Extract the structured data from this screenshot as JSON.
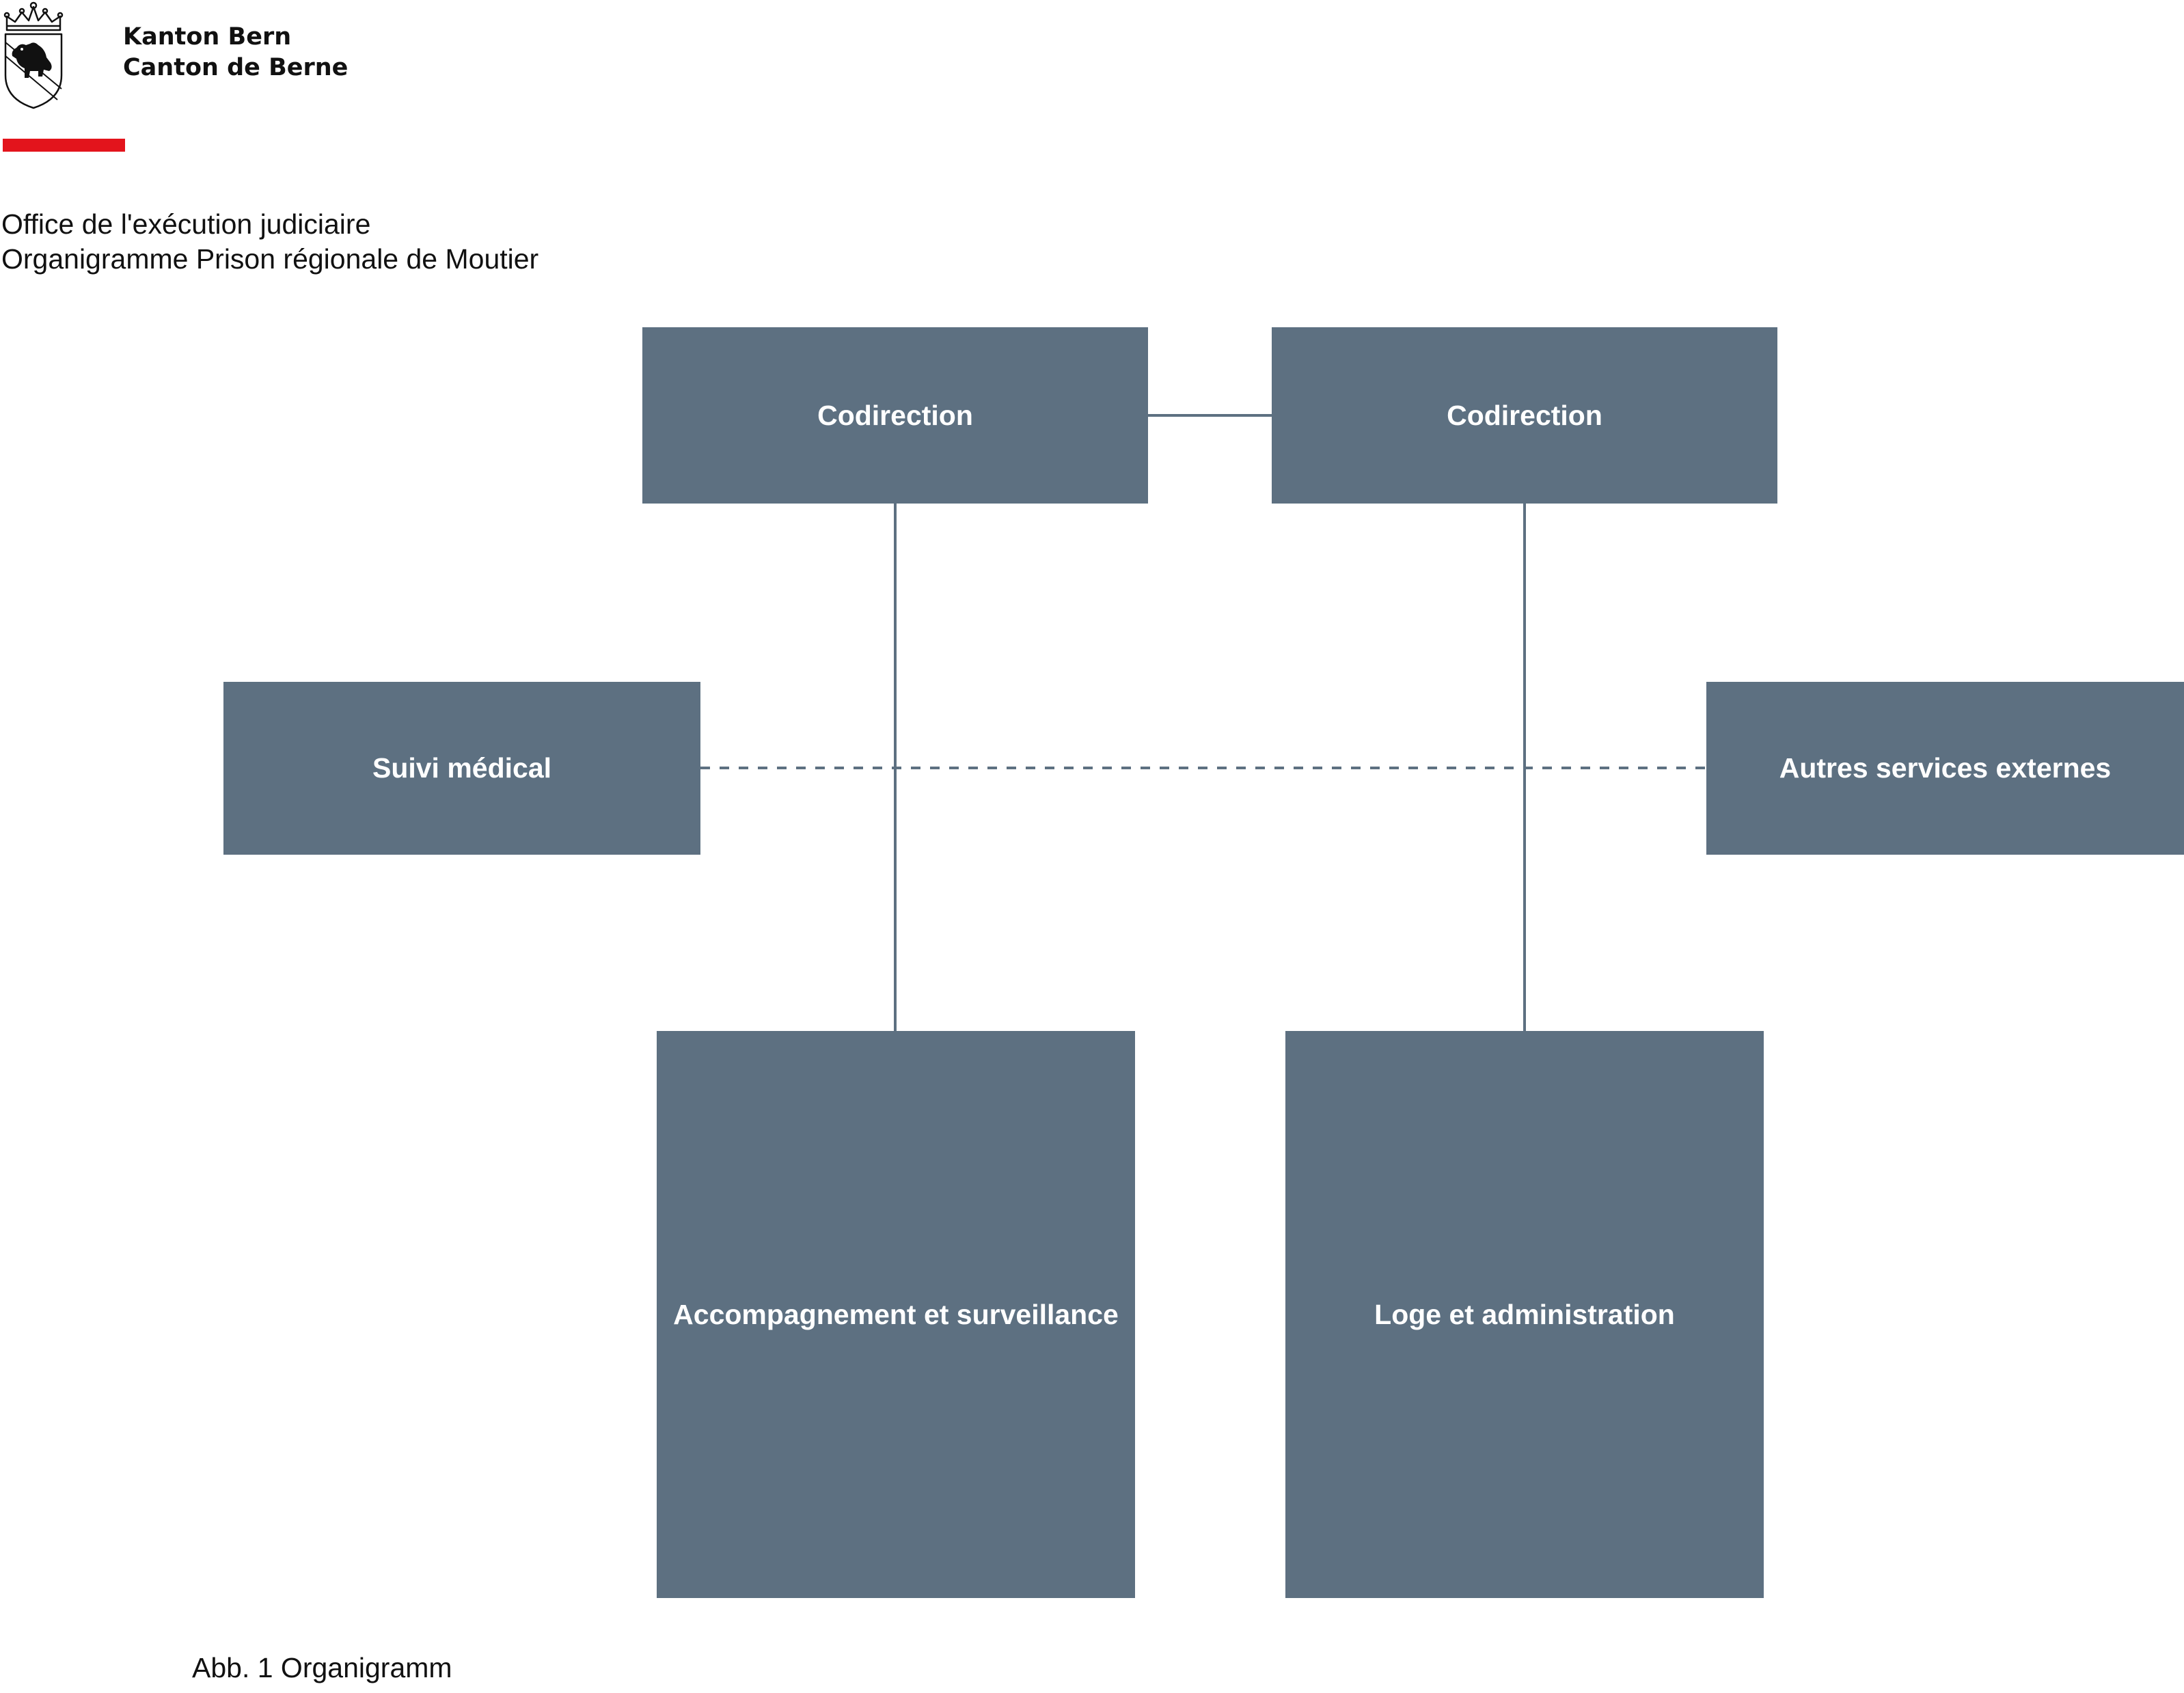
{
  "header": {
    "brand_line_1": "Kanton Bern",
    "brand_line_2": "Canton de Berne",
    "logo_icon": "bern-coat-of-arms-icon",
    "accent_color": "#e3141c",
    "office": "Office de l'exécution judiciaire",
    "subtitle": "Organigramme Prison régionale de Moutier"
  },
  "org_chart": {
    "box_color": "#5d7081",
    "box_text_color": "#ffffff",
    "line_color": "#5d7081",
    "nodes": {
      "codirection_left": "Codirection",
      "codirection_right": "Codirection",
      "suivi_medical": "Suivi médical",
      "autres_services": "Autres services externes",
      "accompagnement": "Accompagnement et surveillance",
      "loge_administration": "Loge et administration"
    },
    "connections": [
      {
        "from": "codirection_left",
        "to": "codirection_right",
        "style": "solid"
      },
      {
        "from": "codirection_left",
        "to": "accompagnement",
        "style": "solid"
      },
      {
        "from": "codirection_right",
        "to": "loge_administration",
        "style": "solid"
      },
      {
        "from": "suivi_medical",
        "to": "autres_services",
        "style": "dashed"
      }
    ]
  },
  "caption": "Abb. 1 Organigramm"
}
